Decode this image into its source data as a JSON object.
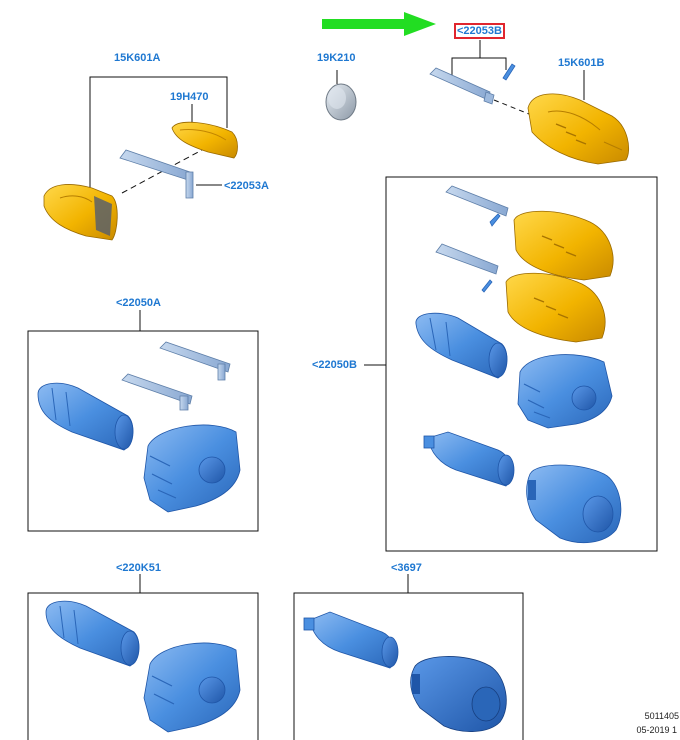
{
  "labels": {
    "key_left": "15K601A",
    "battery": "19K210",
    "blade_highlight": "<22053B",
    "key_right": "15K601B",
    "cover": "19H470",
    "blade_left": "<22053A",
    "kit_a": "<22050A",
    "kit_b": "<22050B",
    "kit_k51": "<220K51",
    "kit_3697": "<3697"
  },
  "footer": {
    "ref_number": "5011405",
    "date": "05-2019 1"
  },
  "colors": {
    "label": "#1f78d1",
    "highlight_box": "#e0262e",
    "arrow": "#22dd22",
    "key_fob": "#f2b400",
    "lock_part": "#4a8fe0",
    "blade": "#9db9dd"
  }
}
